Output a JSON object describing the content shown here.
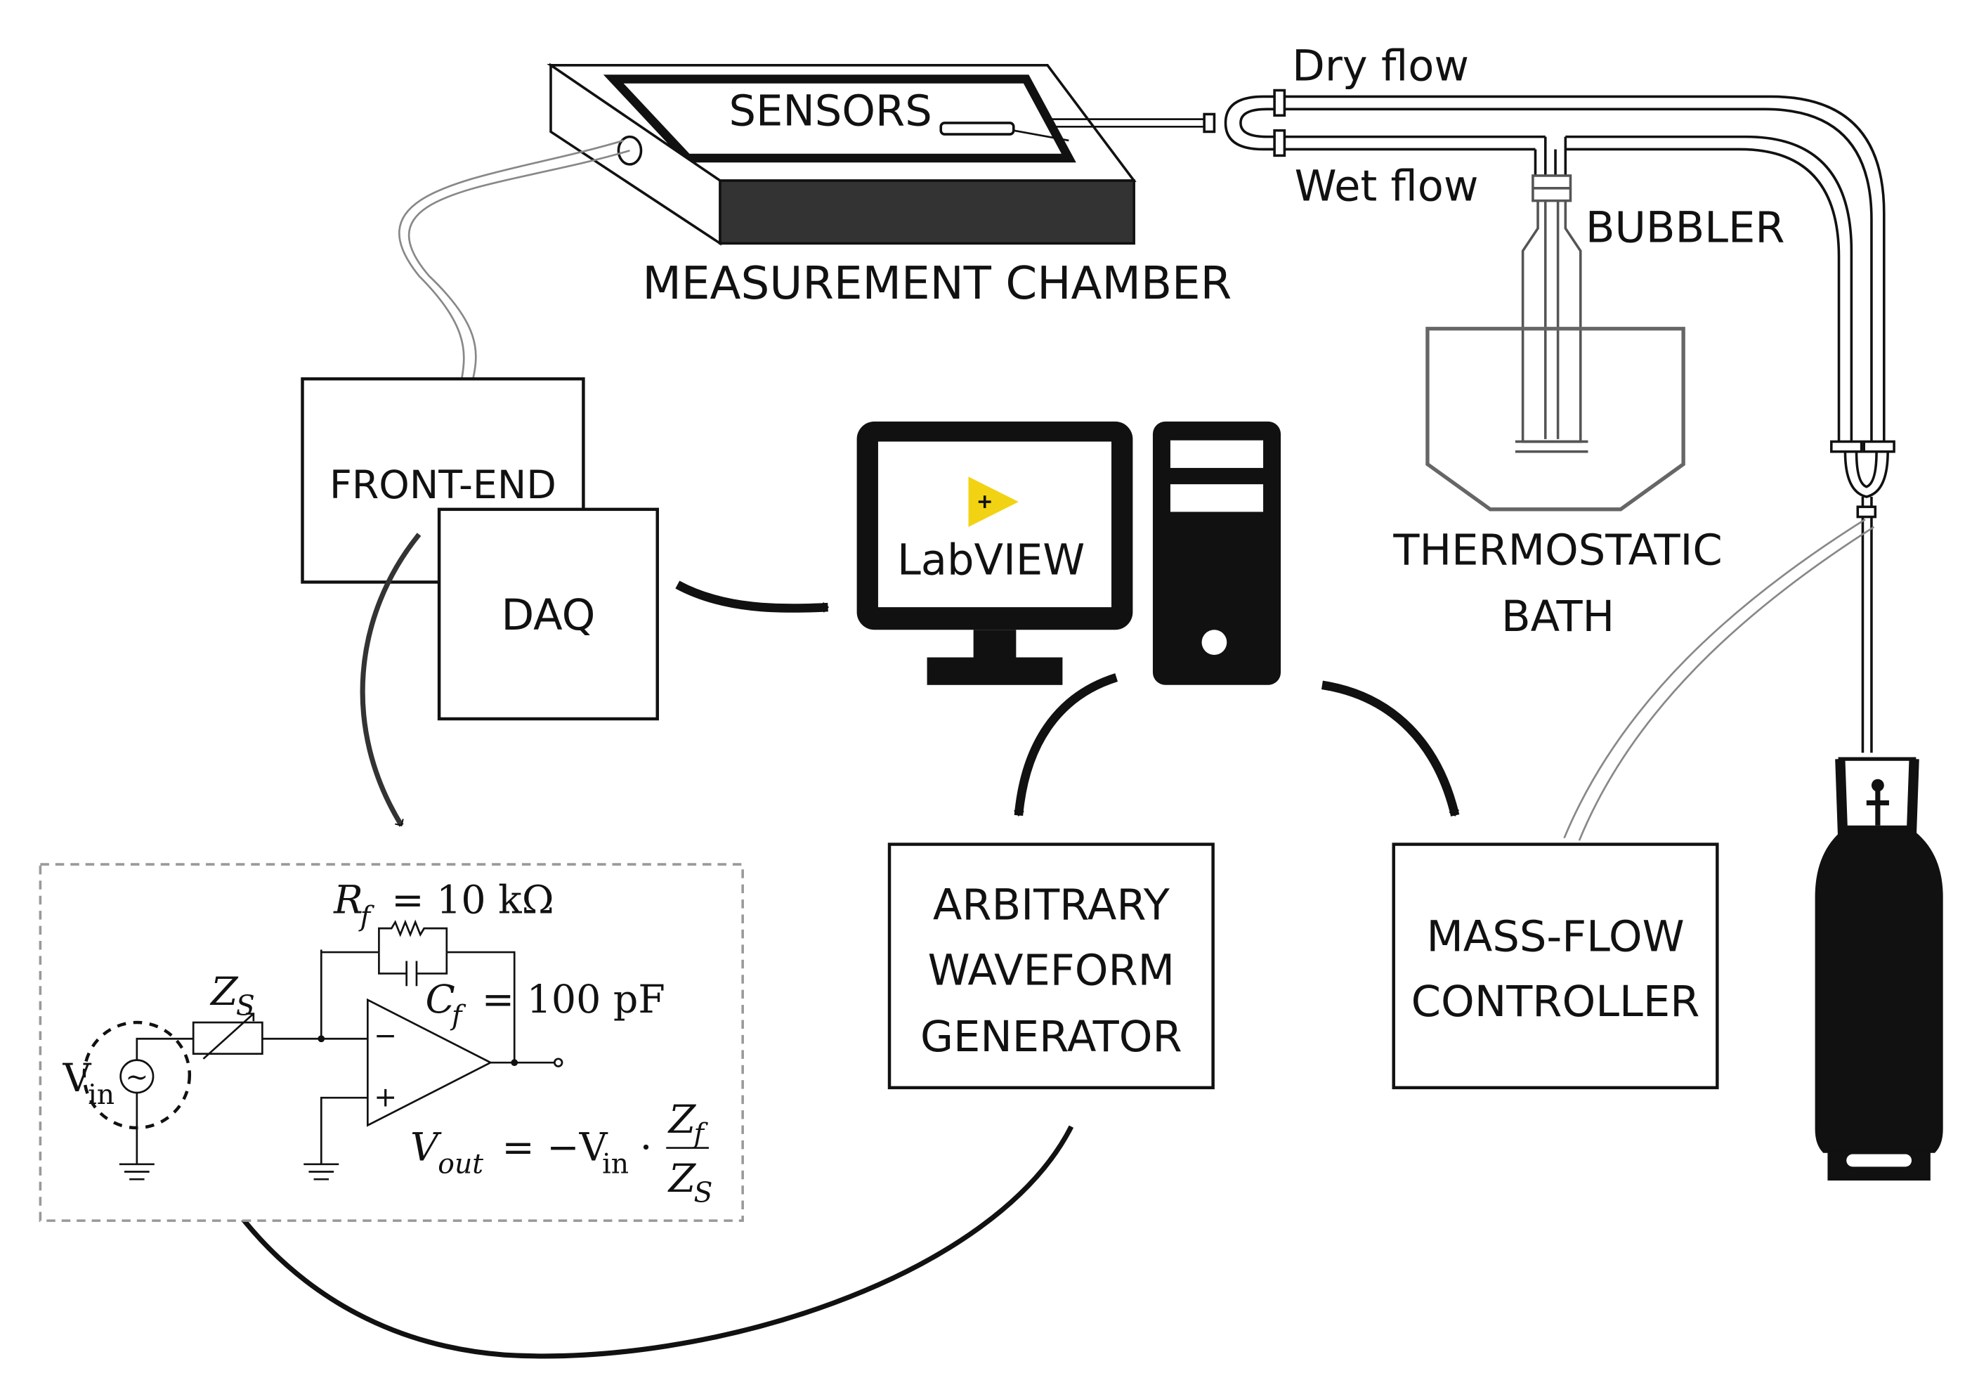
{
  "labels": {
    "sensors": "SENSORS",
    "measurement_chamber": "MEASUREMENT CHAMBER",
    "dry_flow": "Dry flow",
    "wet_flow": "Wet flow",
    "bubbler": "BUBBLER",
    "thermostatic": "THERMOSTATIC",
    "bath": "BATH",
    "front_end": "FRONT-END",
    "daq": "DAQ",
    "labview": "LabVIEW",
    "awg_line1": "ARBITRARY",
    "awg_line2": "WAVEFORM",
    "awg_line3": "GENERATOR",
    "mfc_line1": "MASS-FLOW",
    "mfc_line2": "CONTROLLER"
  },
  "circuit": {
    "rf_symbol": "R",
    "rf_sub": "f",
    "rf_value": "= 10 kΩ",
    "cf_symbol": "C",
    "cf_sub": "f",
    "cf_value": "= 100 pF",
    "zs_symbol": "Z",
    "zs_sub": "S",
    "vin_symbol": "V",
    "vin_sub": "in",
    "opamp_minus": "−",
    "opamp_plus": "+",
    "source_glyph": "~",
    "eq_lhs_symbol": "V",
    "eq_lhs_sub": "out",
    "eq_rhs": "= −V",
    "eq_rhs_sub": "in",
    "eq_dot": "·",
    "frac_num": "Z",
    "frac_num_sub": "f",
    "frac_den": "Z",
    "frac_den_sub": "S"
  },
  "colors": {
    "ink": "#111111",
    "chamber_dark": "#333333",
    "bath": "#666666",
    "tube_gray": "#888888",
    "dashed_border": "#999999",
    "labview_yellow": "#F2D313"
  }
}
